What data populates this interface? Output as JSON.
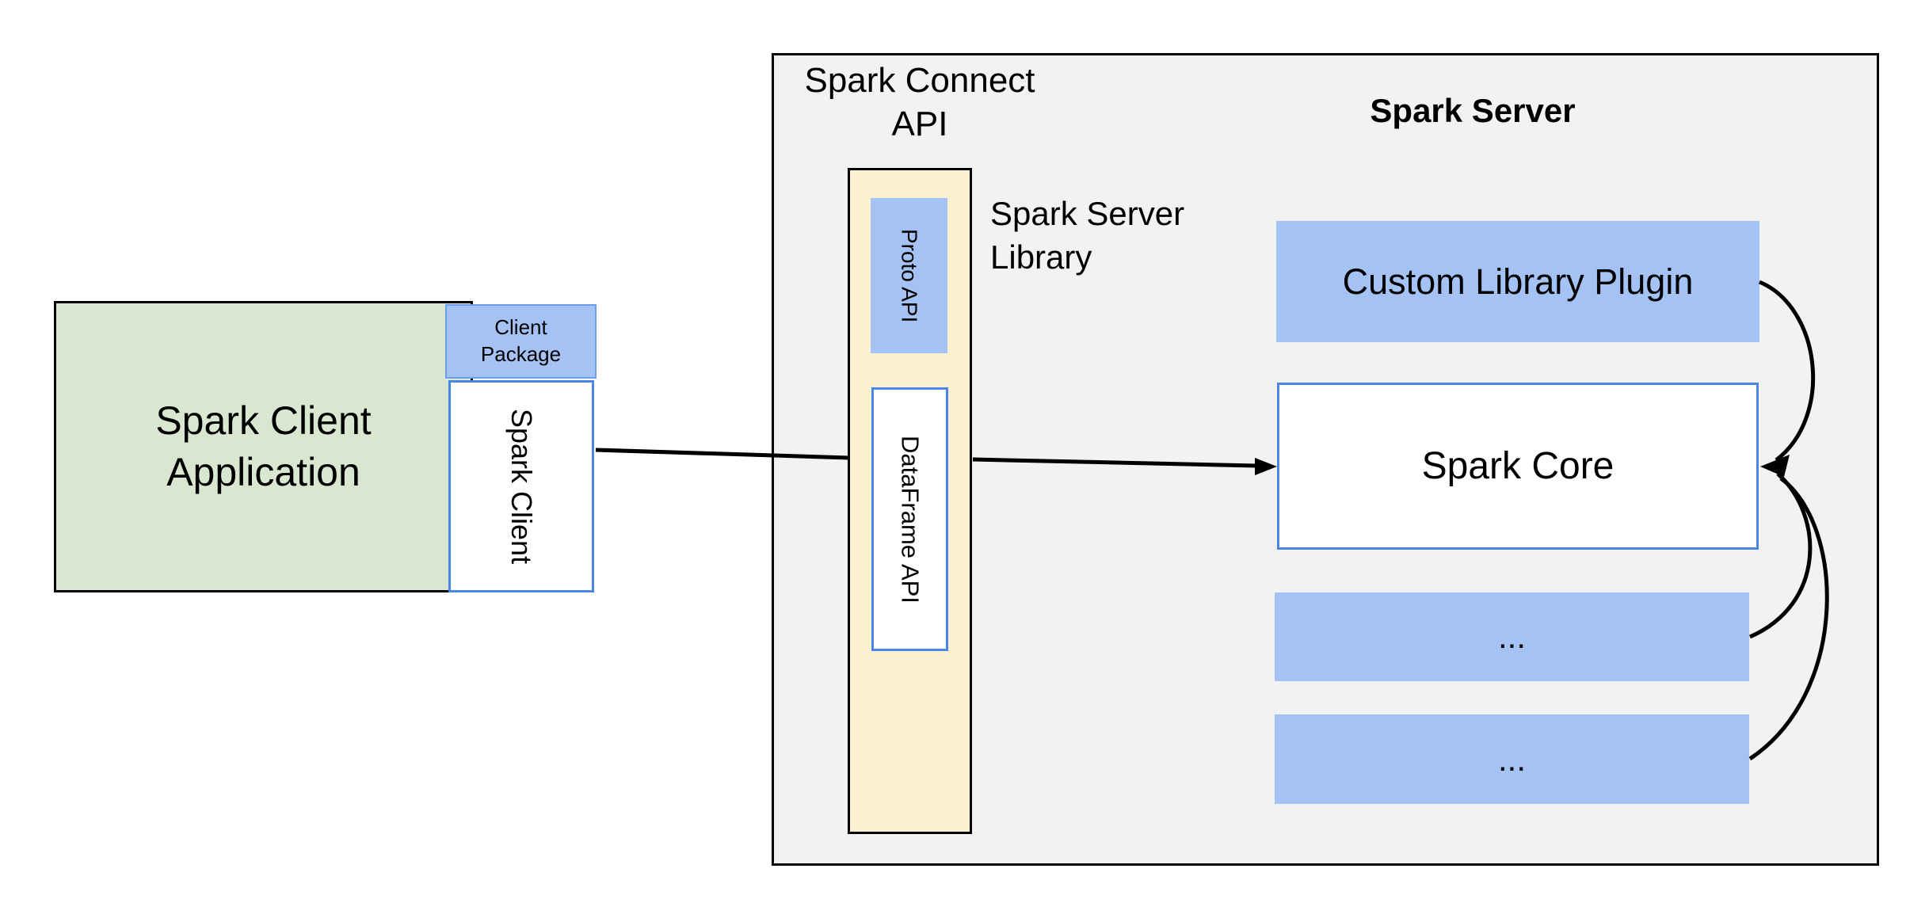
{
  "diagram": {
    "client_side": {
      "application_label": {
        "lines": [
          "Spark Client",
          "Application"
        ]
      },
      "package_label": {
        "lines": [
          "Client",
          "Package"
        ]
      },
      "spark_client_label": "Spark Client"
    },
    "server_side": {
      "connect_api_label": {
        "lines": [
          "Spark Connect",
          "API"
        ]
      },
      "server_title": "Spark Server",
      "library_label": {
        "lines": [
          "Spark Server",
          "Library"
        ]
      },
      "proto_api_label": "Proto API",
      "dataframe_api_label": "DataFrame API",
      "custom_plugin_label": "Custom Library Plugin",
      "spark_core_label": "Spark Core",
      "module_placeholder_1": "...",
      "module_placeholder_2": "..."
    },
    "colors": {
      "panel_gray": "#f2f2f2",
      "client_green": "#d9e7d0",
      "accent_blue_fill": "#a4c2f4",
      "accent_blue_border": "#4a86e8",
      "connect_yellow": "#fdf0ce",
      "line_black": "#000000"
    }
  }
}
